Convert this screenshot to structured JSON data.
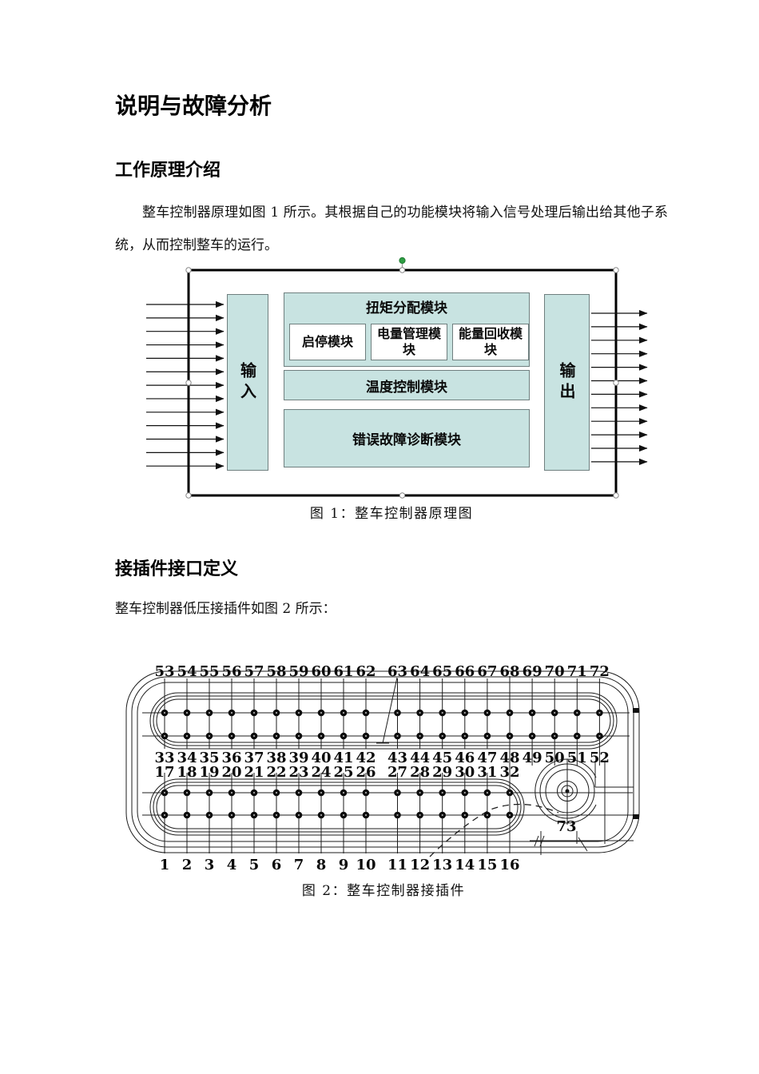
{
  "document": {
    "title": "说明与故障分析",
    "section1_heading": "工作原理介绍",
    "section1_paragraph": "整车控制器原理如图 1 所示。其根据自己的功能模块将输入信号处理后输出给其他子系统，从而控制整车的运行。",
    "section2_heading": "接插件接口定义",
    "section2_paragraph": "整车控制器低压接插件如图 2 所示："
  },
  "figure1": {
    "caption": "图 1：整车控制器原理图",
    "input_label": "输入",
    "output_label": "输出",
    "modules": {
      "torque": "扭矩分配模块",
      "start_stop": "启停模块",
      "power_mgmt": "电量管理模块",
      "energy_recovery": "能量回收模块",
      "temperature": "温度控制模块",
      "fault_diagnosis": "错误故障诊断模块"
    },
    "input_arrow_count": 13,
    "output_arrow_count": 12,
    "box_fill_color": "#c8e3e1"
  },
  "figure2": {
    "caption": "图 2：整车控制器接插件",
    "upper_block": {
      "top_labels": [
        "53",
        "54",
        "55",
        "56",
        "57",
        "58",
        "59",
        "60",
        "61",
        "62",
        "63",
        "64",
        "65",
        "66",
        "67",
        "68",
        "69",
        "70",
        "71",
        "72"
      ],
      "bottom_labels": [
        "33",
        "34",
        "35",
        "36",
        "37",
        "38",
        "39",
        "40",
        "41",
        "42",
        "43",
        "44",
        "45",
        "46",
        "47",
        "48",
        "49",
        "50",
        "51",
        "52"
      ]
    },
    "lower_block": {
      "top_labels": [
        "17",
        "18",
        "19",
        "20",
        "21",
        "22",
        "23",
        "24",
        "25",
        "26",
        "27",
        "28",
        "29",
        "30",
        "31",
        "32"
      ],
      "bottom_labels": [
        "1",
        "2",
        "3",
        "4",
        "5",
        "6",
        "7",
        "8",
        "9",
        "10",
        "11",
        "12",
        "13",
        "14",
        "15",
        "16"
      ]
    },
    "round_pin_label": "73"
  }
}
